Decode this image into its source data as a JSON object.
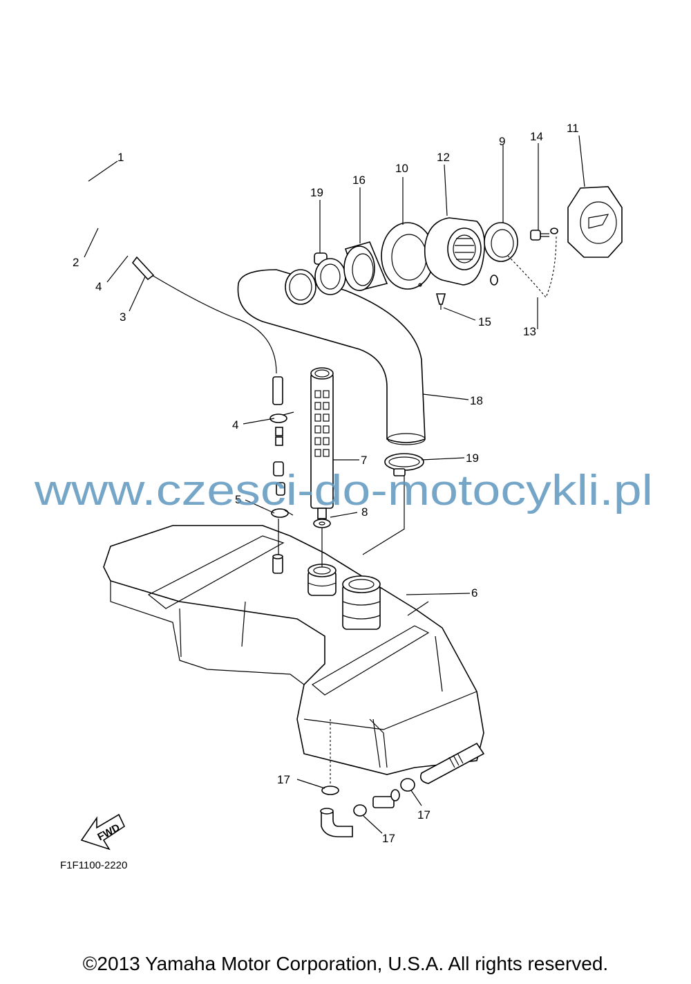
{
  "diagram": {
    "drawing_code": "F1F1100-2220",
    "watermark": "www.czesci-do-motocykli.pl",
    "fwd_label": "FWD",
    "copyright": "©2013 Yamaha Motor Corporation, U.S.A. All rights reserved.",
    "callouts": {
      "c1": "1",
      "c2": "2",
      "c3": "3",
      "c4a": "4",
      "c4b": "4",
      "c5": "5",
      "c6": "6",
      "c7": "7",
      "c8": "8",
      "c9": "9",
      "c10": "10",
      "c11": "11",
      "c12": "12",
      "c13": "13",
      "c14": "14",
      "c15": "15",
      "c16": "16",
      "c17a": "17",
      "c17b": "17",
      "c17c": "17",
      "c18": "18",
      "c19a": "19",
      "c19b": "19"
    },
    "colors": {
      "line": "#000000",
      "watermark": "#5d97be",
      "background": "#ffffff"
    }
  }
}
